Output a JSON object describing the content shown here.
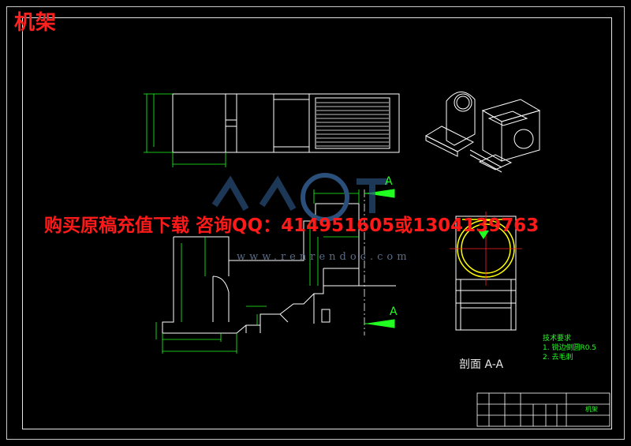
{
  "drawing": {
    "corner_title": "机架",
    "banner_text": "购买原稿充值下载 咨询QQ：414951605或1304139763",
    "watermark_url": "www.renrendoc.com",
    "section_label": "剖面 A-A",
    "section_mark": "A",
    "tech_requirements": {
      "title": "技术要求",
      "items": [
        "1. 锐边倒圆R0.5",
        "2. 去毛刺"
      ]
    },
    "title_block_name": "机架",
    "colors": {
      "background": "#000000",
      "lines": "#ffffff",
      "dimensions": "#20ff20",
      "centerline": "#ff2020",
      "hatch": "#ffff00",
      "banner": "#ff1a1a"
    }
  }
}
